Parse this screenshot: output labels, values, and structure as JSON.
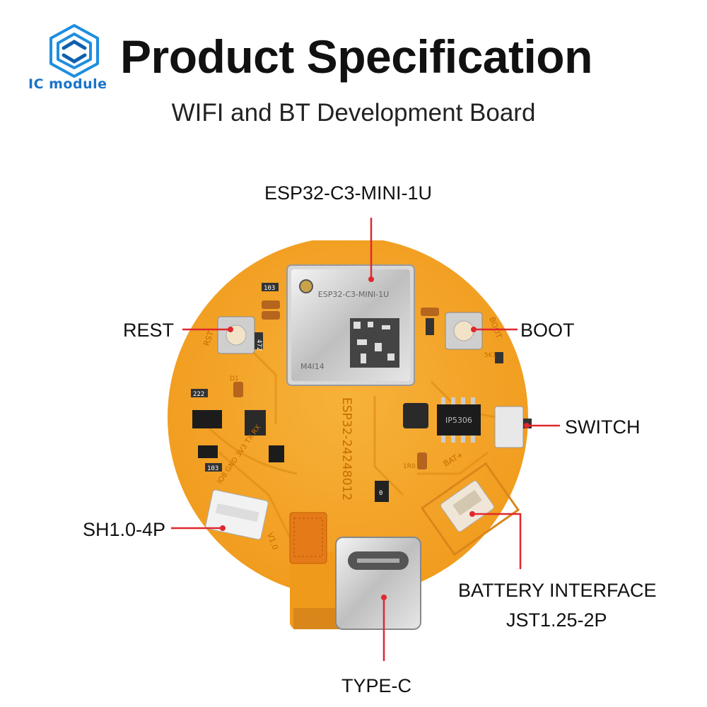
{
  "brand": {
    "logo_text": "IC module"
  },
  "header": {
    "title": "Product Specification",
    "subtitle": "WIFI and BT Development Board"
  },
  "callouts": {
    "module": "ESP32-C3-MINI-1U",
    "rest": "REST",
    "boot": "BOOT",
    "switch": "SWITCH",
    "sh_connector": "SH1.0-4P",
    "battery_line1": "BATTERY INTERFACE",
    "battery_line2": "JST1.25-2P",
    "typec": "TYPE-C"
  },
  "silkscreen": {
    "module_name": "ESP32-C3-MINI-1U",
    "module_mark": "M4I14",
    "pcb_text": "ESP32-24248012",
    "chip": "IP5306",
    "rst": "RST",
    "boot": "BOOT",
    "bat": "BAT+",
    "v": "V1.0",
    "pins": "IO8 GND 3V3 TX RX",
    "res_103": "103",
    "res_472": "472",
    "res_222": "222",
    "res_0": "0",
    "r_1r0": "1R0",
    "r_5k1": "5K1",
    "r_d1": "D1"
  },
  "colors": {
    "pcb": "#f4a62a",
    "pcb_dark": "#e08e14",
    "accent_line": "#e0282e",
    "logo_blue": "#1a73c9"
  }
}
